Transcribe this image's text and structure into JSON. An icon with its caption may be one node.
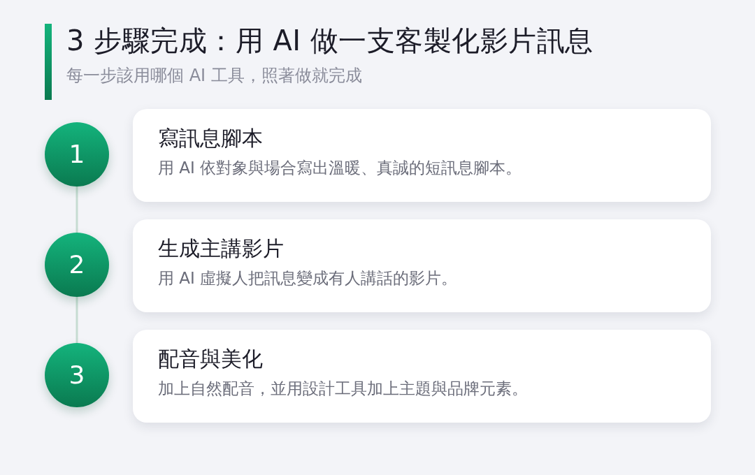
{
  "diagram": {
    "title": "3 步驟完成：用 AI 做一支客製化影片訊息",
    "nodes": [
      {
        "text": [
          "1"
        ]
      },
      {
        "text": [
          "寫訊息腳本",
          "用 AI 依對象與場合寫出溫暖、真誠的短訊息腳本。"
        ]
      },
      {
        "text": [
          "2"
        ]
      },
      {
        "text": [
          "生成主講影片",
          "用 AI 虛擬人把訊息變成有人講話的影片。"
        ]
      },
      {
        "text": [
          "3"
        ]
      },
      {
        "text": [
          "配音與美化",
          "加上自然配音，並用設計工具加上主題與品牌元素。"
        ]
      }
    ],
    "edges": [
      {
        "from": 0,
        "to": 2,
        "arrow": "none"
      },
      {
        "from": 2,
        "to": 4,
        "arrow": "none"
      }
    ],
    "labels": [
      "每一步該用哪個 AI 工具，照著做就完成"
    ]
  }
}
